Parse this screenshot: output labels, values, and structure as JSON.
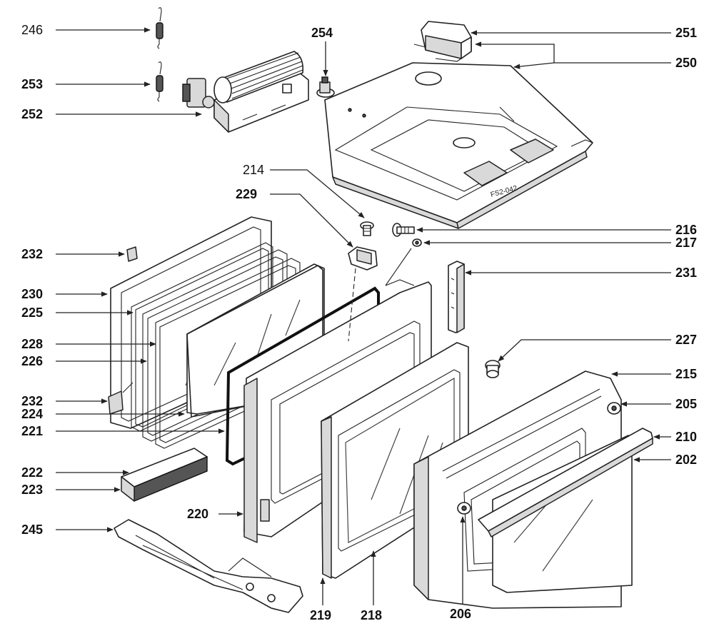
{
  "watermark_code": "FS2-042",
  "labels": {
    "246": "246",
    "253": "253",
    "252": "252",
    "254": "254",
    "251": "251",
    "250": "250",
    "214": "214",
    "229": "229",
    "216": "216",
    "217": "217",
    "232a": "232",
    "230": "230",
    "225": "225",
    "228": "228",
    "226": "226",
    "231": "231",
    "227": "227",
    "215": "215",
    "232b": "232",
    "224": "224",
    "205": "205",
    "221": "221",
    "210": "210",
    "202": "202",
    "222": "222",
    "223": "223",
    "220": "220",
    "245": "245",
    "219": "219",
    "218": "218",
    "206": "206"
  }
}
